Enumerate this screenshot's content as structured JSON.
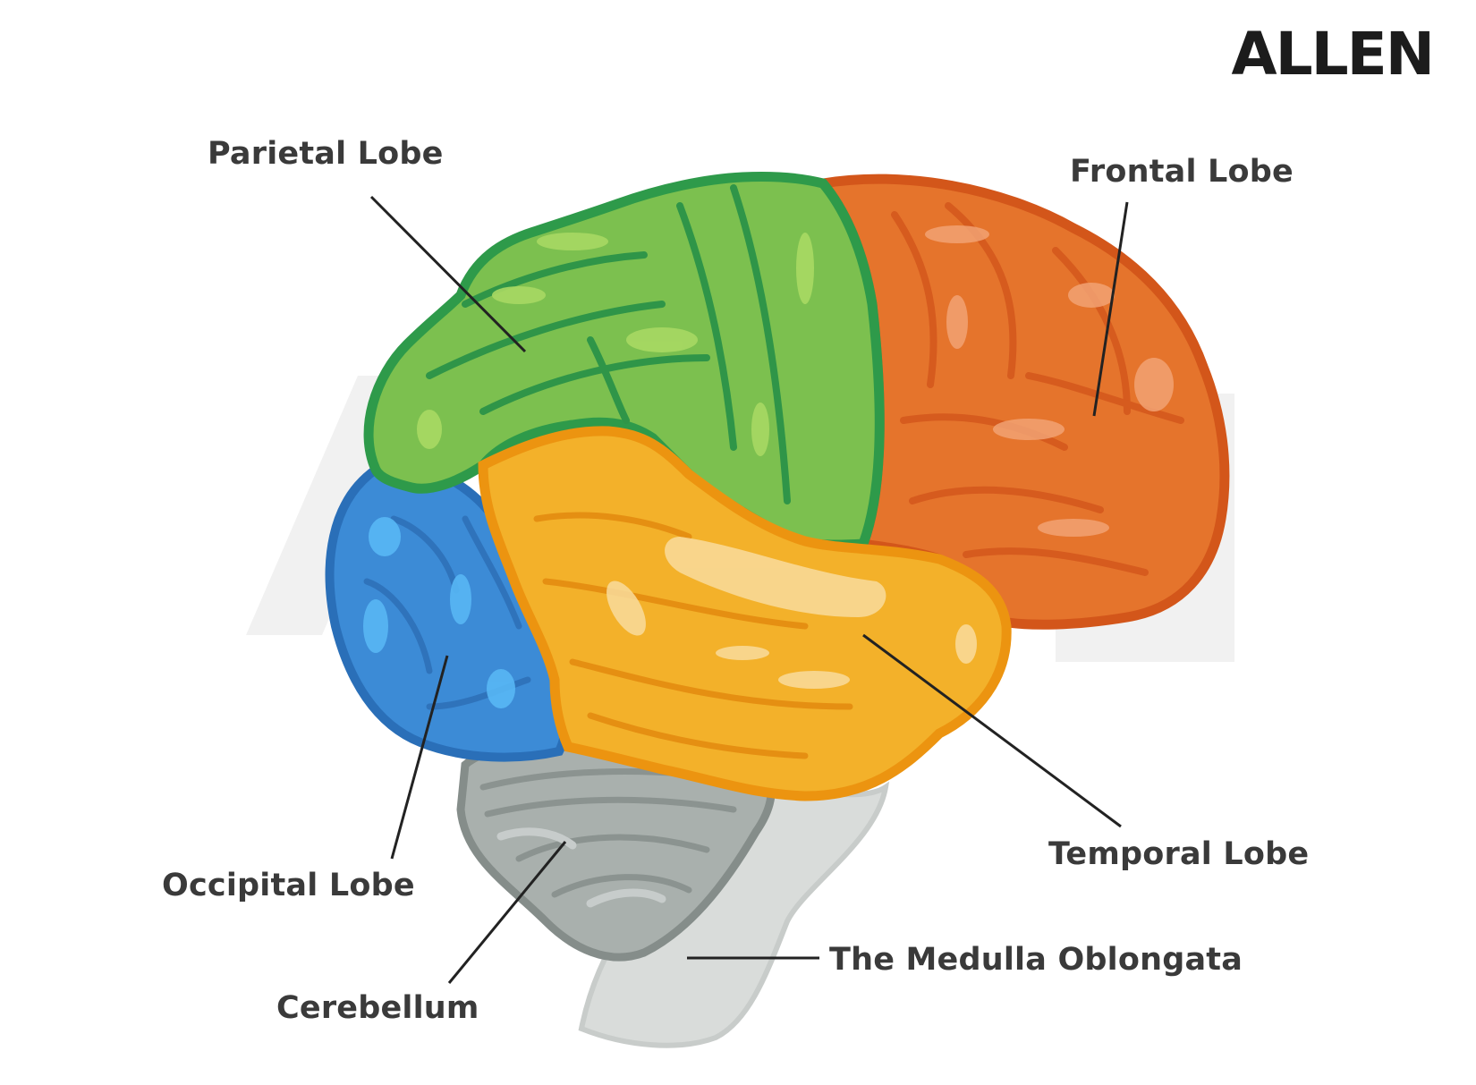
{
  "brand": {
    "logo_text": "ALLEN"
  },
  "colors": {
    "parietal": "#7cc04f",
    "parietal_outline": "#2e9a4a",
    "frontal": "#e5742c",
    "frontal_outline": "#d3561a",
    "temporal": "#f3b12a",
    "temporal_outline": "#ec9410",
    "occipital": "#3c8bd6",
    "occipital_outline": "#2a6fb8",
    "cerebellum": "#a9b0ad",
    "cerebellum_outline": "#858d8a",
    "brainstem": "#d9dcda",
    "leader_line": "#222222",
    "label_text": "#3a3a3a"
  },
  "labels": {
    "parietal": "Parietal Lobe",
    "frontal": "Frontal Lobe",
    "temporal": "Temporal Lobe",
    "occipital": "Occipital Lobe",
    "medulla": "The Medulla Oblongata",
    "cerebellum": "Cerebellum"
  }
}
